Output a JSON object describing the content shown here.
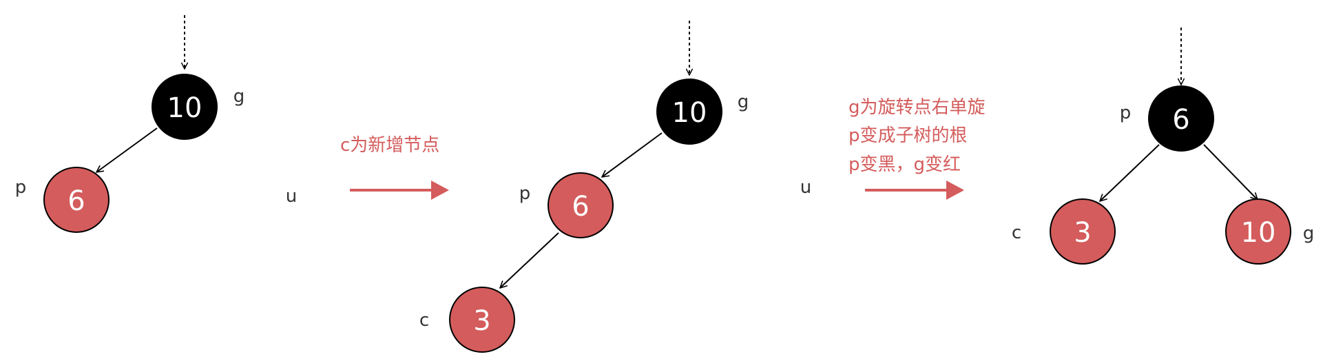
{
  "colors": {
    "red_node": "#d45c5c",
    "black_node": "#000000",
    "caption": "#d45c5c",
    "label": "#333333"
  },
  "stage1": {
    "g": {
      "value": "10",
      "label": "g"
    },
    "p": {
      "value": "6",
      "label": "p"
    },
    "u_label": "u"
  },
  "transition1": {
    "lines": [
      "c为新增节点"
    ]
  },
  "stage2": {
    "g": {
      "value": "10",
      "label": "g"
    },
    "p": {
      "value": "6",
      "label": "p"
    },
    "c": {
      "value": "3",
      "label": "c"
    },
    "u_label": "u"
  },
  "transition2": {
    "lines": [
      "g为旋转点右单旋",
      "p变成子树的根",
      "p变黑，g变红"
    ]
  },
  "stage3": {
    "p": {
      "value": "6",
      "label": "p"
    },
    "c": {
      "value": "3",
      "label": "c"
    },
    "g": {
      "value": "10",
      "label": "g"
    }
  }
}
